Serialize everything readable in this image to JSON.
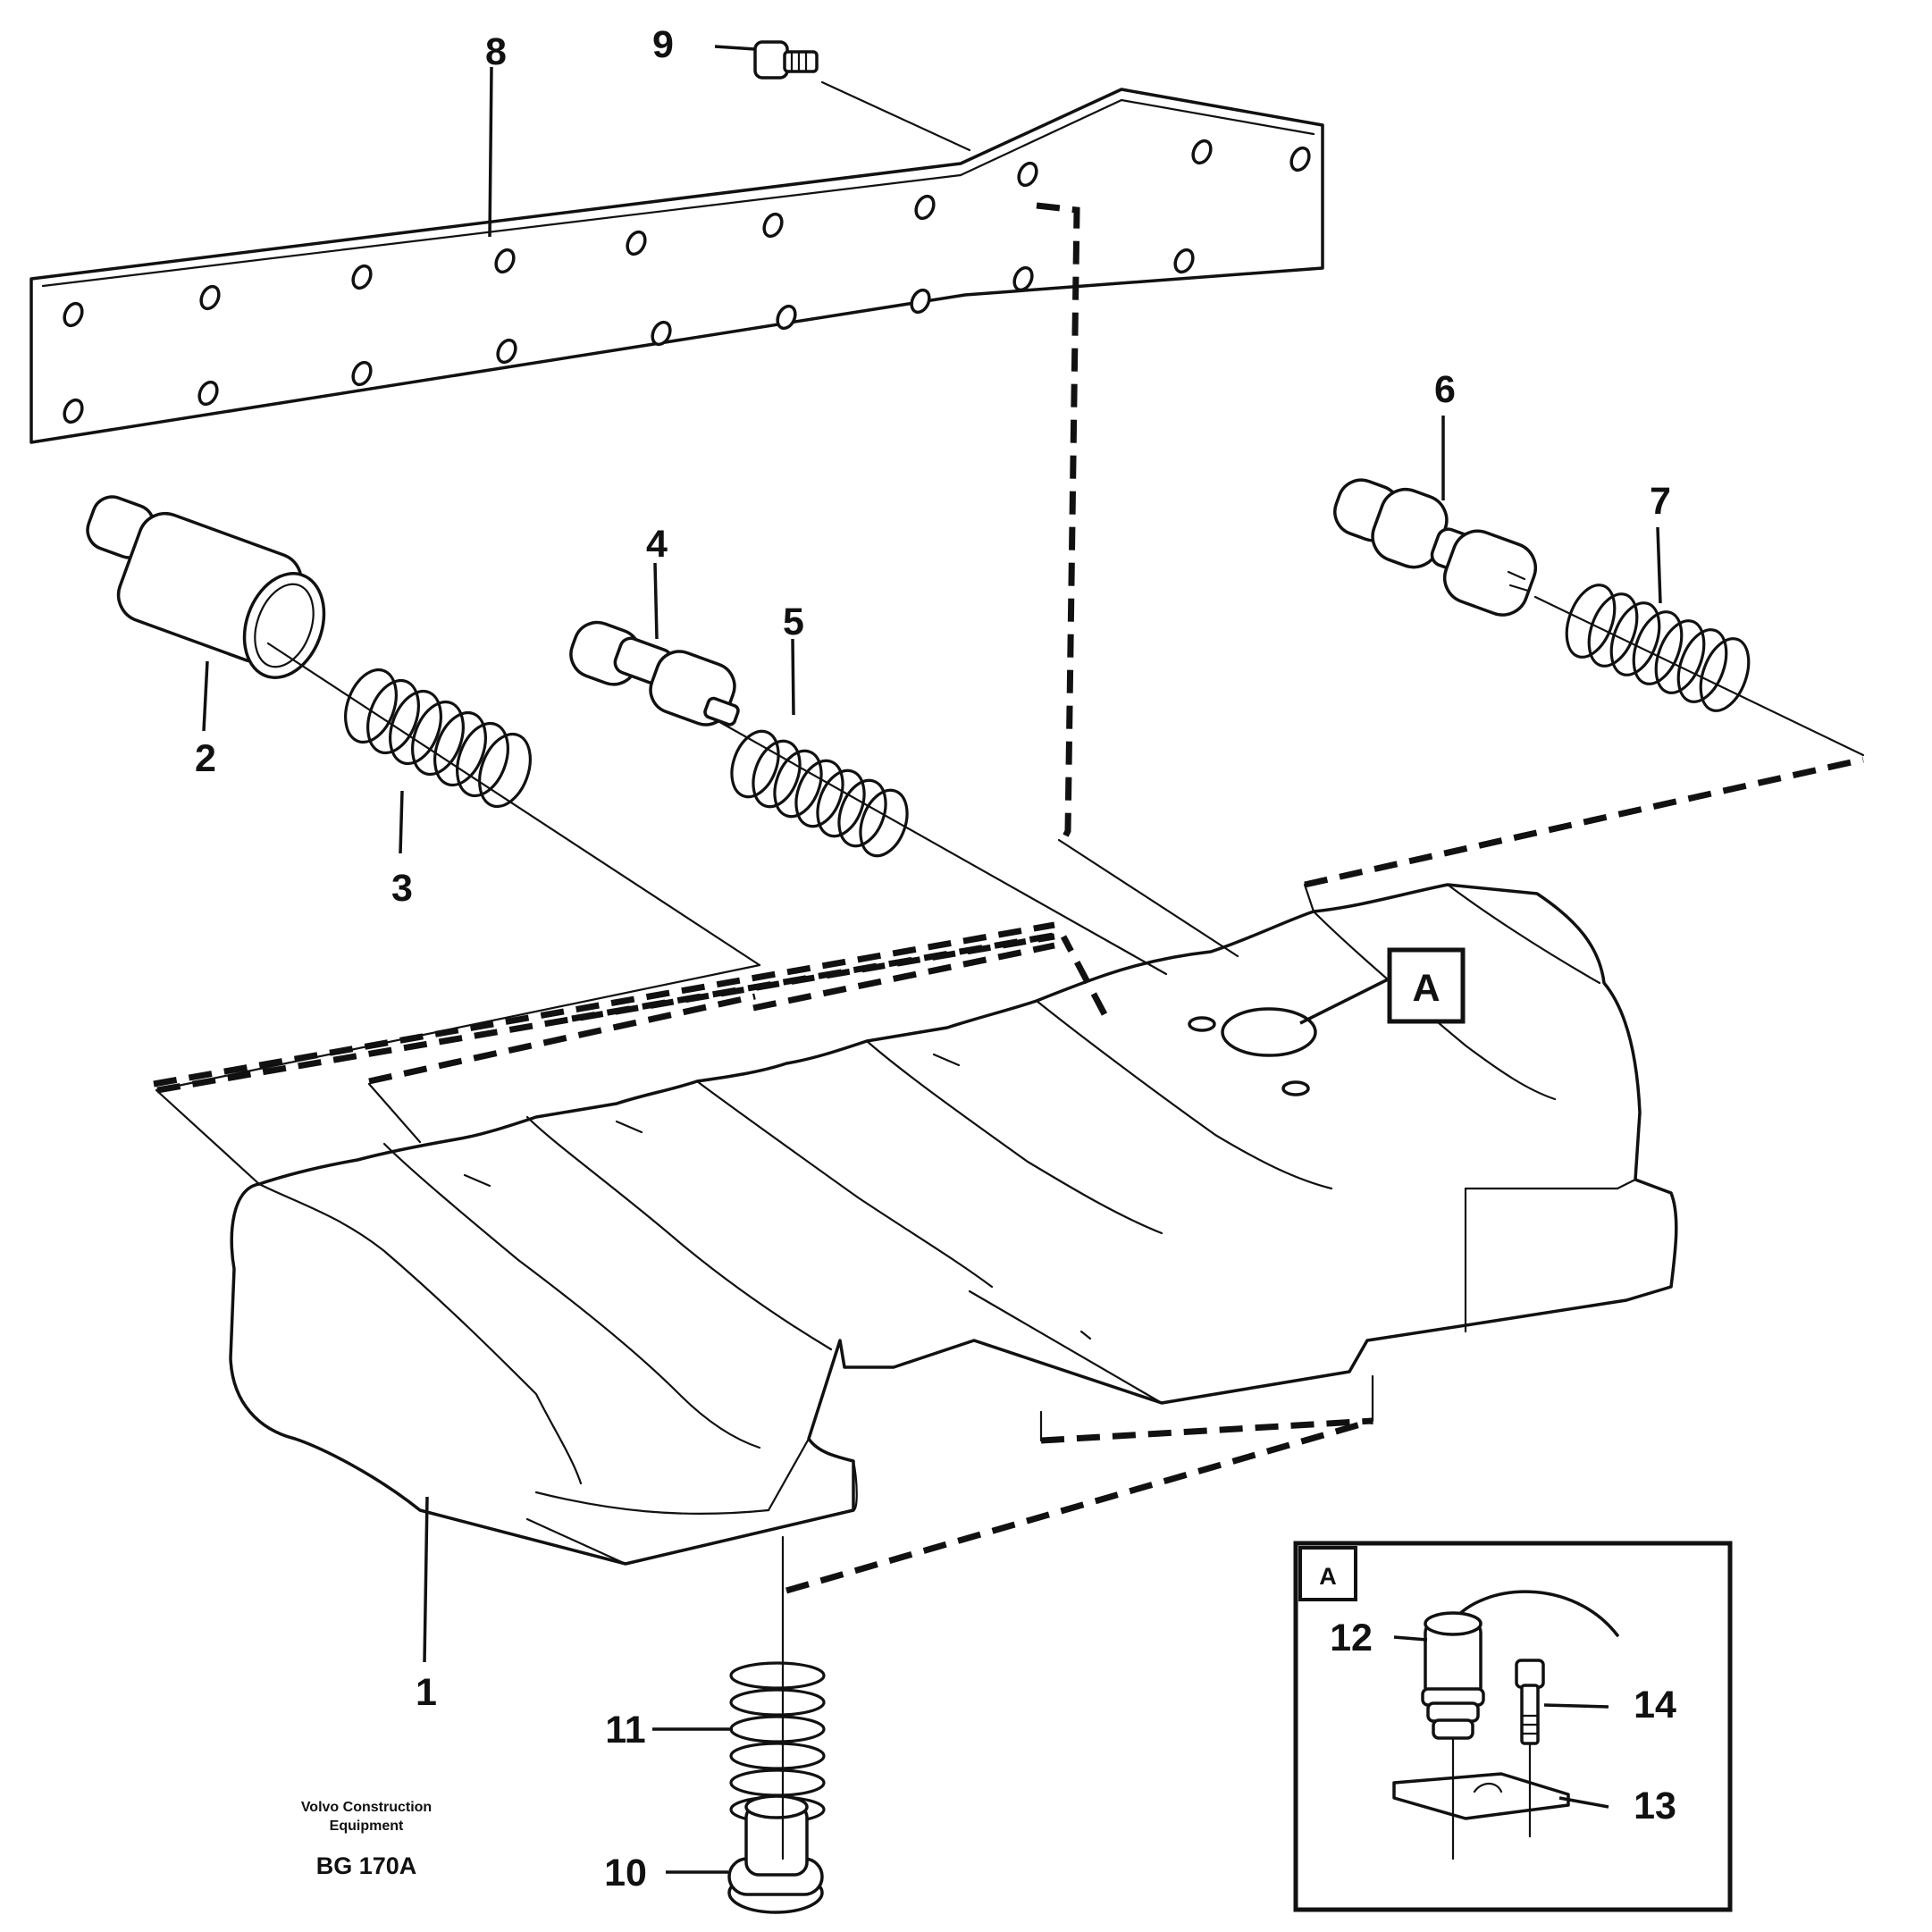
{
  "callouts": [
    {
      "id": "1",
      "label": "1"
    },
    {
      "id": "2",
      "label": "2"
    },
    {
      "id": "3",
      "label": "3"
    },
    {
      "id": "4",
      "label": "4"
    },
    {
      "id": "5",
      "label": "5"
    },
    {
      "id": "6",
      "label": "6"
    },
    {
      "id": "7",
      "label": "7"
    },
    {
      "id": "8",
      "label": "8"
    },
    {
      "id": "9",
      "label": "9"
    },
    {
      "id": "10",
      "label": "10"
    },
    {
      "id": "11",
      "label": "11"
    },
    {
      "id": "12",
      "label": "12"
    },
    {
      "id": "13",
      "label": "13"
    },
    {
      "id": "14",
      "label": "14"
    }
  ],
  "detail_ref": "A",
  "detail_box_label": "A",
  "footer": {
    "company_line1": "Volvo Construction",
    "company_line2": "Equipment",
    "drawing_code": "BG 170A"
  }
}
